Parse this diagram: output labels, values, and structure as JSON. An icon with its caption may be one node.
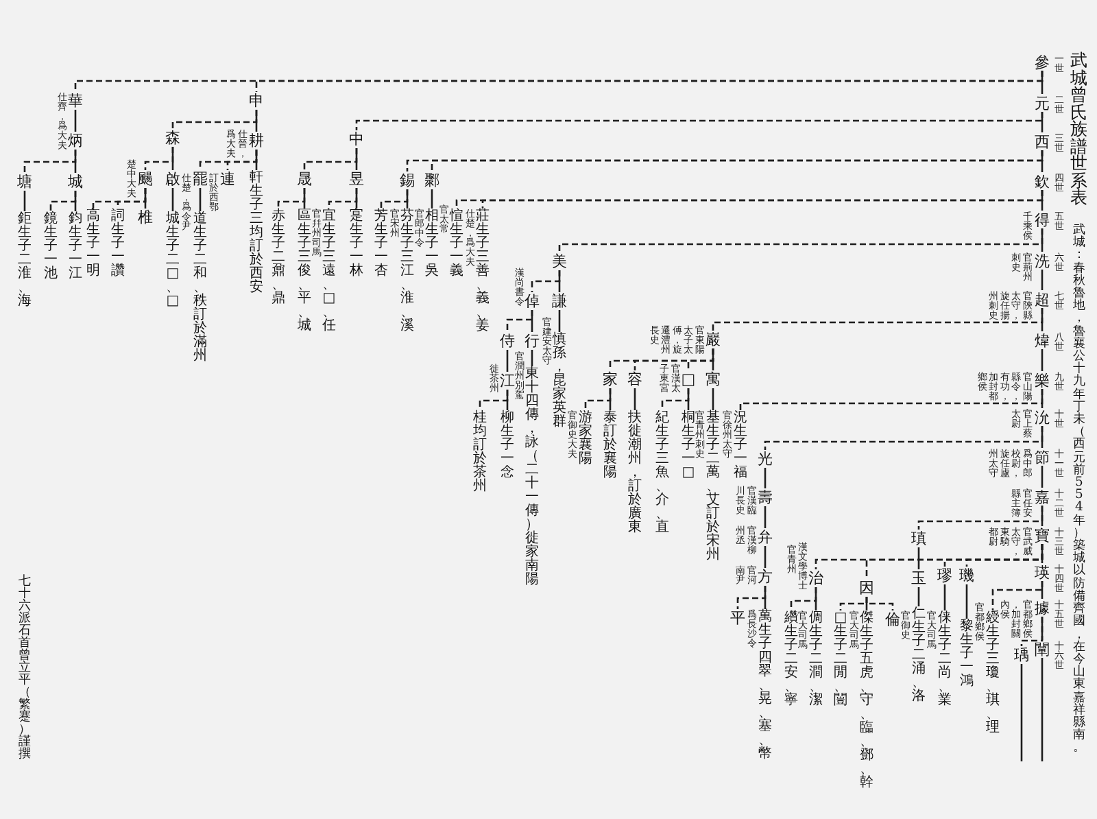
{
  "diagram": {
    "title": "武城曾氏族譜世系表",
    "nodes": [
      {
        "text": [
          "參"
        ],
        "beside": [
          "一世"
        ]
      },
      {
        "text": [
          "元"
        ],
        "beside": [
          "二世"
        ]
      },
      {
        "text": [
          "西"
        ],
        "beside": [
          "三世"
        ]
      },
      {
        "text": [
          "欽"
        ],
        "beside": [
          "四世"
        ]
      },
      {
        "text": [
          "得"
        ],
        "beside": [
          "五世",
          "千乘侯"
        ]
      },
      {
        "text": [
          "洗"
        ],
        "beside": [
          "六世",
          "官荊州刺史"
        ]
      },
      {
        "text": [
          "超"
        ],
        "beside": [
          "七世",
          "官陝縣太守，旋任揚州刺史"
        ]
      },
      {
        "text": [
          "煒"
        ],
        "beside": [
          "八世"
        ]
      },
      {
        "text": [
          "樂"
        ],
        "beside": [
          "九世",
          "官山陽縣令，有功，加封都鄉侯"
        ]
      },
      {
        "text": [
          "沇"
        ],
        "beside": [
          "十世",
          "官上蔡太尉"
        ]
      },
      {
        "text": [
          "節"
        ],
        "beside": [
          "十一世",
          "爲中郎校尉，旋任廬州太守"
        ]
      },
      {
        "text": [
          "嘉"
        ],
        "beside": [
          "十二世",
          "官任安縣主簿"
        ]
      },
      {
        "text": [
          "寶"
        ],
        "beside": [
          "十三世",
          "官武威太守，東騎都尉"
        ]
      },
      {
        "text": [
          "瑛"
        ],
        "beside": [
          "十四世"
        ]
      },
      {
        "text": [
          "據"
        ],
        "beside": [
          "十五世",
          "官都鄉侯，加封關內侯"
        ]
      },
      {
        "text": [
          "闡"
        ],
        "beside": [
          "十六世"
        ]
      },
      {
        "text": [
          "申"
        ]
      },
      {
        "text": [
          "華"
        ],
        "beside": [
          "仕齊，爲大夫"
        ]
      },
      {
        "text": [
          "炳"
        ]
      },
      {
        "text": [
          "城"
        ]
      },
      {
        "text": [
          "塘"
        ]
      },
      {
        "text": [
          "鈞生子一江"
        ]
      },
      {
        "text": [
          "鏡生子一池"
        ]
      },
      {
        "text": [
          "鉅生子二淮、海"
        ]
      },
      {
        "text": [
          "耕"
        ],
        "beside": [
          "仕晉，爲大夫"
        ]
      },
      {
        "text": [
          "森"
        ]
      },
      {
        "text": [
          "軒生子三均訂於西安"
        ]
      },
      {
        "text": [
          "連"
        ],
        "beside": [
          "訂於西鄂"
        ]
      },
      {
        "text": [
          "罷"
        ],
        "beside": [
          "仕楚，爲令尹"
        ]
      },
      {
        "text": [
          "道生子二和、秩訂於滿州"
        ]
      },
      {
        "text": [
          "啟"
        ]
      },
      {
        "text": [
          "城生子二□、□"
        ]
      },
      {
        "text": [
          "颺"
        ],
        "beside": [
          "楚中大夫"
        ]
      },
      {
        "text": [
          "椎"
        ]
      },
      {
        "text": [
          "詞生子一讚"
        ]
      },
      {
        "text": [
          "高生子一明"
        ]
      },
      {
        "text": [
          "中"
        ]
      },
      {
        "text": [
          "昱"
        ]
      },
      {
        "text": [
          "晟"
        ]
      },
      {
        "text": [
          "寔生子一林"
        ]
      },
      {
        "text": [
          "宜生子三遠、□、任"
        ],
        "beside": [
          "官幷州司馬"
        ]
      },
      {
        "text": [
          "區生子三俊、平、城"
        ]
      },
      {
        "text": [
          "赤生子二鼐、鼎"
        ]
      },
      {
        "text": [
          "鄹"
        ]
      },
      {
        "text": [
          "錫"
        ]
      },
      {
        "text": [
          "相生子一吳"
        ],
        "beside": [
          "官郎中令"
        ]
      },
      {
        "text": [
          "芬生子三江、淮、溪"
        ],
        "beside": [
          "官宋州"
        ]
      },
      {
        "text": [
          "芳生子一杏"
        ]
      },
      {
        "text": [
          "莊生子三善、義、姜"
        ],
        "beside": [
          "仕楚，爲大夫"
        ]
      },
      {
        "text": [
          "愃生子一義"
        ],
        "beside": [
          "官太常"
        ]
      },
      {
        "text": [
          "美"
        ]
      },
      {
        "text": [
          "謙"
        ]
      },
      {
        "text": [
          "倬"
        ],
        "beside": [
          "漢尚書令"
        ]
      },
      {
        "text": [
          "慎孫，昆家英群"
        ],
        "beside": [
          "官建安太守"
        ]
      },
      {
        "text": [
          "行"
        ]
      },
      {
        "text": [
          "侍"
        ]
      },
      {
        "text": [
          "東十四傳，詠（二十一傳）徙家南陽"
        ],
        "beside": [
          "官潤州別駕"
        ]
      },
      {
        "text": [
          "江"
        ],
        "beside": [
          "徙茶州"
        ]
      },
      {
        "text": [
          "柳生子一念"
        ]
      },
      {
        "text": [
          "桂均訂於茶州"
        ]
      },
      {
        "text": [
          "巖"
        ],
        "beside": [
          "官東陽太子太傅，旋遷澧州長史"
        ]
      },
      {
        "text": [
          "寓"
        ]
      },
      {
        "text": [
          "□"
        ],
        "beside": [
          "官漢太子東宮"
        ]
      },
      {
        "text": [
          "容"
        ]
      },
      {
        "text": [
          "家"
        ]
      },
      {
        "text": [
          "基生子二萬、艾訂於宋州"
        ],
        "beside": [
          "官青州刺史"
        ]
      },
      {
        "text": [
          "桐生子一□"
        ]
      },
      {
        "text": [
          "紀生子三魚、介、直"
        ]
      },
      {
        "text": [
          "扶徙潮州，訂於廣東"
        ]
      },
      {
        "text": [
          "泰訂於襄陽"
        ]
      },
      {
        "text": [
          "游家襄陽"
        ],
        "beside": [
          "官御史大夫"
        ]
      },
      {
        "text": [
          "況生子一福"
        ],
        "beside": [
          "官徐州太守"
        ]
      },
      {
        "text": [
          "光"
        ]
      },
      {
        "text": [
          "壽"
        ],
        "beside": [
          "官漢臨川長史"
        ]
      },
      {
        "text": [
          "弁"
        ],
        "beside": [
          "官漢柳州丞"
        ]
      },
      {
        "text": [
          "方"
        ],
        "beside": [
          "官河南尹"
        ]
      },
      {
        "text": [
          "萬生子四翠、晃、塞、幣"
        ],
        "beside": [
          "爲長沙令"
        ]
      },
      {
        "text": [
          "平"
        ]
      },
      {
        "text": [
          "瑱"
        ]
      },
      {
        "text": [
          "玉"
        ]
      },
      {
        "text": [
          "仁生子二涌、洛"
        ],
        "beside": [
          "官御史"
        ]
      },
      {
        "text": [
          "璣"
        ]
      },
      {
        "text": [
          "璆"
        ]
      },
      {
        "text": [
          "因"
        ]
      },
      {
        "text": [
          "治"
        ],
        "beside": [
          "漢文學博士",
          "官青州"
        ]
      },
      {
        "text": [
          "黎生子一鴻"
        ]
      },
      {
        "text": [
          "俫生子二尚、業"
        ],
        "beside": [
          "官大司馬"
        ]
      },
      {
        "text": [
          "傑生子五虎、守、臨、鄧、幹"
        ],
        "beside": [
          "官大司馬"
        ]
      },
      {
        "text": [
          "□生子二閒、闓"
        ]
      },
      {
        "text": [
          "倫"
        ]
      },
      {
        "text": [
          "倜生子二澗、潔"
        ],
        "beside": [
          "官大司馬"
        ]
      },
      {
        "text": [
          "纘生子二安、寧"
        ]
      },
      {
        "text": [
          "綬生子三瓊、琪、理"
        ],
        "beside": [
          "官都鄉侯"
        ]
      },
      {
        "text": [
          "瑀"
        ]
      }
    ],
    "edges": [
      {
        "from": 0,
        "to": 1,
        "arrow": "none"
      },
      {
        "from": 1,
        "to": 2,
        "arrow": "none"
      },
      {
        "from": 2,
        "to": 3,
        "arrow": "none"
      },
      {
        "from": 3,
        "to": 4,
        "arrow": "none"
      },
      {
        "from": 4,
        "to": 5,
        "arrow": "none"
      },
      {
        "from": 5,
        "to": 6,
        "arrow": "none"
      },
      {
        "from": 6,
        "to": 7,
        "arrow": "none"
      },
      {
        "from": 7,
        "to": 8,
        "arrow": "none"
      },
      {
        "from": 8,
        "to": 9,
        "arrow": "none"
      },
      {
        "from": 9,
        "to": 10,
        "arrow": "none"
      },
      {
        "from": 10,
        "to": 11,
        "arrow": "none"
      },
      {
        "from": 11,
        "to": 12,
        "arrow": "none"
      },
      {
        "from": 12,
        "to": 13,
        "arrow": "none"
      },
      {
        "from": 13,
        "to": 14,
        "arrow": "none"
      },
      {
        "from": 14,
        "to": 15,
        "arrow": "none"
      },
      {
        "from": 0,
        "to": 16,
        "arrow": "none",
        "style": "dashed"
      },
      {
        "from": 0,
        "to": 17,
        "arrow": "none",
        "style": "dashed"
      },
      {
        "from": 17,
        "to": 18,
        "arrow": "none"
      },
      {
        "from": 18,
        "to": 19,
        "arrow": "none"
      },
      {
        "from": 18,
        "to": 20,
        "arrow": "none",
        "style": "dashed"
      },
      {
        "from": 19,
        "to": 21,
        "arrow": "none"
      },
      {
        "from": 19,
        "to": 22,
        "arrow": "none",
        "style": "dashed"
      },
      {
        "from": 20,
        "to": 23,
        "arrow": "none"
      },
      {
        "from": 16,
        "to": 24,
        "arrow": "none"
      },
      {
        "from": 16,
        "to": 25,
        "arrow": "none",
        "style": "dashed"
      },
      {
        "from": 24,
        "to": 26,
        "arrow": "none"
      },
      {
        "from": 24,
        "to": 27,
        "arrow": "none",
        "style": "dashed"
      },
      {
        "from": 24,
        "to": 28,
        "arrow": "none",
        "style": "dashed"
      },
      {
        "from": 28,
        "to": 29,
        "arrow": "none"
      },
      {
        "from": 25,
        "to": 30,
        "arrow": "none"
      },
      {
        "from": 30,
        "to": 31,
        "arrow": "none"
      },
      {
        "from": 25,
        "to": 32,
        "arrow": "none",
        "style": "dashed"
      },
      {
        "from": 32,
        "to": 33,
        "arrow": "none"
      },
      {
        "from": 32,
        "to": 34,
        "arrow": "none",
        "style": "dashed"
      },
      {
        "from": 32,
        "to": 35,
        "arrow": "none",
        "style": "dashed"
      },
      {
        "from": 1,
        "to": 36,
        "arrow": "none",
        "style": "dashed"
      },
      {
        "from": 36,
        "to": 37,
        "arrow": "none"
      },
      {
        "from": 36,
        "to": 38,
        "arrow": "none",
        "style": "dashed"
      },
      {
        "from": 37,
        "to": 39,
        "arrow": "none"
      },
      {
        "from": 37,
        "to": 40,
        "arrow": "none",
        "style": "dashed"
      },
      {
        "from": 38,
        "to": 41,
        "arrow": "none"
      },
      {
        "from": 38,
        "to": 42,
        "arrow": "none",
        "style": "dashed"
      },
      {
        "from": 2,
        "to": 43,
        "arrow": "none",
        "style": "dashed"
      },
      {
        "from": 2,
        "to": 44,
        "arrow": "none",
        "style": "dashed"
      },
      {
        "from": 43,
        "to": 45,
        "arrow": "none"
      },
      {
        "from": 44,
        "to": 46,
        "arrow": "none"
      },
      {
        "from": 44,
        "to": 47,
        "arrow": "none",
        "style": "dashed"
      },
      {
        "from": 3,
        "to": 48,
        "arrow": "none",
        "style": "dashed"
      },
      {
        "from": 3,
        "to": 49,
        "arrow": "none",
        "style": "dashed"
      },
      {
        "from": 4,
        "to": 50,
        "arrow": "none",
        "style": "dashed"
      },
      {
        "from": 50,
        "to": 51,
        "arrow": "none"
      },
      {
        "from": 50,
        "to": 52,
        "arrow": "none",
        "style": "dashed"
      },
      {
        "from": 51,
        "to": 53,
        "arrow": "none"
      },
      {
        "from": 52,
        "to": 54,
        "arrow": "none"
      },
      {
        "from": 52,
        "to": 55,
        "arrow": "none",
        "style": "dashed"
      },
      {
        "from": 54,
        "to": 56,
        "arrow": "none"
      },
      {
        "from": 55,
        "to": 57,
        "arrow": "none"
      },
      {
        "from": 57,
        "to": 58,
        "arrow": "none"
      },
      {
        "from": 57,
        "to": 59,
        "arrow": "none",
        "style": "dashed"
      },
      {
        "from": 6,
        "to": 60,
        "arrow": "none",
        "style": "dashed"
      },
      {
        "from": 60,
        "to": 61,
        "arrow": "none"
      },
      {
        "from": 60,
        "to": 62,
        "arrow": "none",
        "style": "dashed"
      },
      {
        "from": 60,
        "to": 63,
        "arrow": "none",
        "style": "dashed"
      },
      {
        "from": 60,
        "to": 64,
        "arrow": "none",
        "style": "dashed"
      },
      {
        "from": 61,
        "to": 65,
        "arrow": "none"
      },
      {
        "from": 62,
        "to": 66,
        "arrow": "none"
      },
      {
        "from": 62,
        "to": 67,
        "arrow": "none",
        "style": "dashed"
      },
      {
        "from": 63,
        "to": 68,
        "arrow": "none"
      },
      {
        "from": 64,
        "to": 69,
        "arrow": "none"
      },
      {
        "from": 64,
        "to": 70,
        "arrow": "none",
        "style": "dashed"
      },
      {
        "from": 8,
        "to": 71,
        "arrow": "none",
        "style": "dashed"
      },
      {
        "from": 9,
        "to": 72,
        "arrow": "none",
        "style": "dashed"
      },
      {
        "from": 72,
        "to": 73,
        "arrow": "none"
      },
      {
        "from": 73,
        "to": 74,
        "arrow": "none"
      },
      {
        "from": 74,
        "to": 75,
        "arrow": "none"
      },
      {
        "from": 75,
        "to": 76,
        "arrow": "none"
      },
      {
        "from": 75,
        "to": 77,
        "arrow": "none",
        "style": "dashed"
      },
      {
        "from": 11,
        "to": 78,
        "arrow": "none",
        "style": "dashed"
      },
      {
        "from": 78,
        "to": 79,
        "arrow": "none"
      },
      {
        "from": 79,
        "to": 80,
        "arrow": "none"
      },
      {
        "from": 12,
        "to": 81,
        "arrow": "none",
        "style": "dashed"
      },
      {
        "from": 12,
        "to": 82,
        "arrow": "none",
        "style": "dashed"
      },
      {
        "from": 12,
        "to": 83,
        "arrow": "none",
        "style": "dashed"
      },
      {
        "from": 12,
        "to": 84,
        "arrow": "none",
        "style": "dashed"
      },
      {
        "from": 81,
        "to": 85,
        "arrow": "none"
      },
      {
        "from": 82,
        "to": 86,
        "arrow": "none"
      },
      {
        "from": 83,
        "to": 87,
        "arrow": "none"
      },
      {
        "from": 83,
        "to": 88,
        "arrow": "none",
        "style": "dashed"
      },
      {
        "from": 83,
        "to": 89,
        "arrow": "none",
        "style": "dashed"
      },
      {
        "from": 84,
        "to": 90,
        "arrow": "none"
      },
      {
        "from": 84,
        "to": 91,
        "arrow": "none",
        "style": "dashed"
      },
      {
        "from": 13,
        "to": 92,
        "arrow": "none",
        "style": "dashed"
      },
      {
        "from": 14,
        "to": 93,
        "arrow": "none",
        "style": "dashed"
      },
      {
        "from": 15,
        "to": null,
        "arrow": "none"
      },
      {
        "from": 93,
        "to": null,
        "arrow": "none"
      }
    ],
    "labels": [
      "武城：春秋魯地，魯襄公十九年丁未（西元前554年）築城以防備齊國，在今山東嘉祥縣南。",
      "七十六派石首曾立平（繁蹇）謹撰"
    ]
  }
}
